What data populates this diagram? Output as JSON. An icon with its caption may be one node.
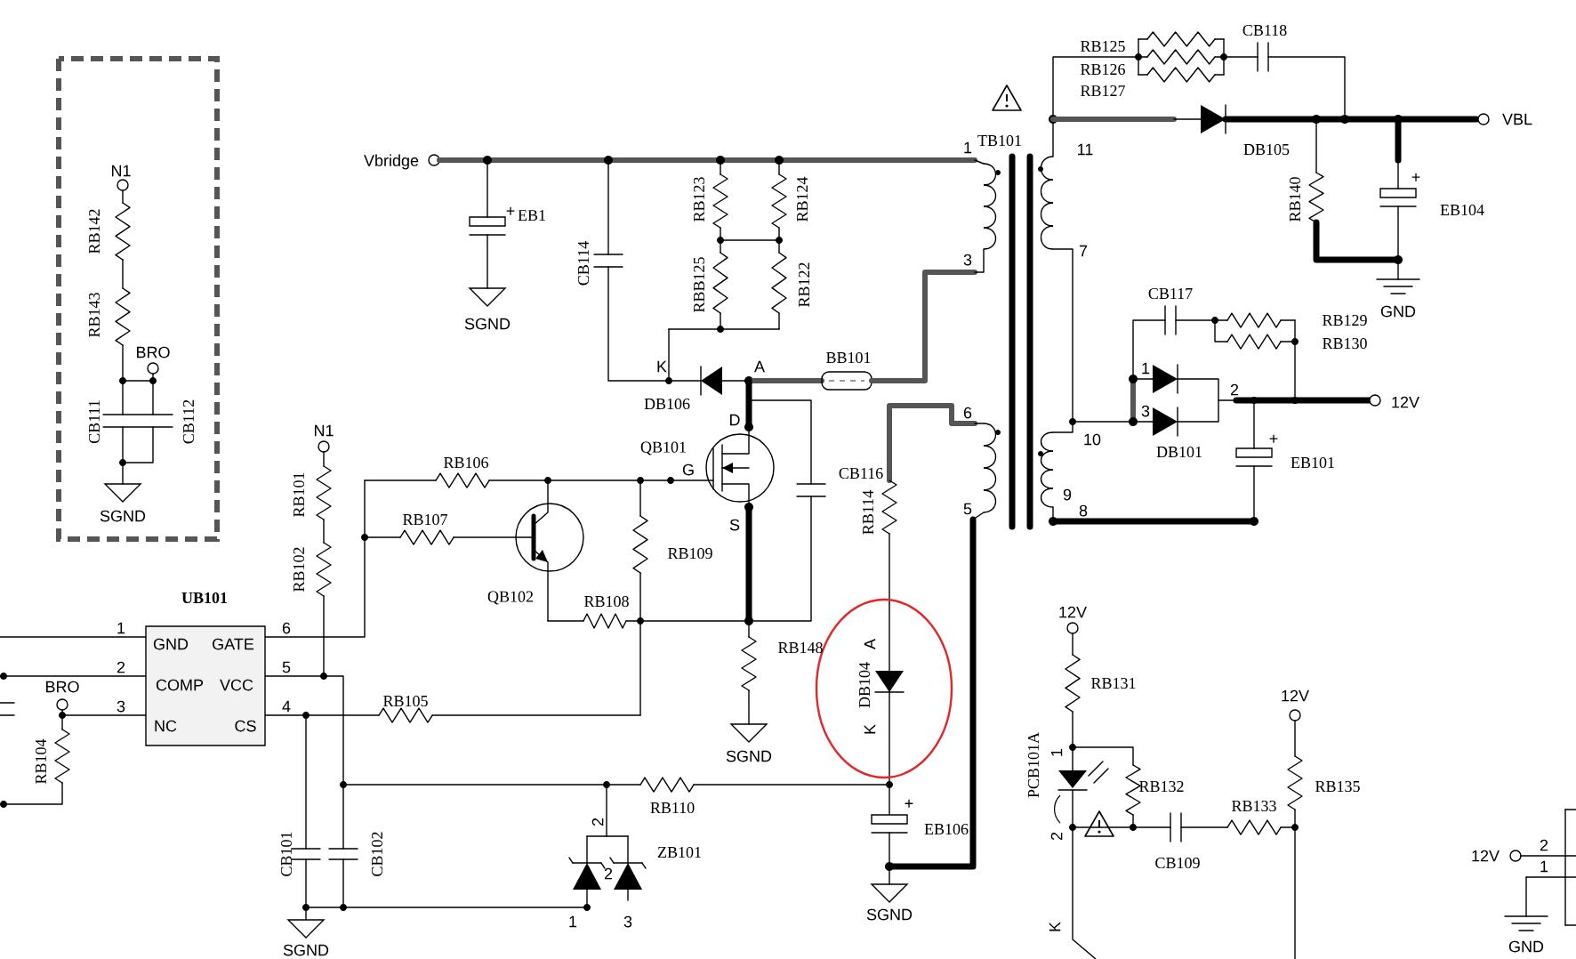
{
  "diagram": {
    "nodes": [
      {
        "text": [
          "UB101",
          "GND",
          "GATE",
          "COMP",
          "VCC",
          "NC",
          "CS"
        ]
      }
    ],
    "labels": [
      "N1",
      "RB142",
      "RB143",
      "BRO",
      "CB111",
      "CB112",
      "SGND",
      "Vbridge",
      "+",
      "EB1",
      "SGND",
      "CB114",
      "RB123",
      "RB124",
      "RBB125",
      "RB122",
      "K",
      "A",
      "DB106",
      "BB101",
      "QB101",
      "G",
      "D",
      "S",
      "CB116",
      "RB106",
      "RB107",
      "QB102",
      "RB109",
      "RB108",
      "RB148",
      "SGND",
      "N1",
      "RB101",
      "RB102",
      "1",
      "2",
      "3",
      "6",
      "5",
      "4",
      "BRO",
      "RB104",
      "RB105",
      "CB101",
      "CB102",
      "SGND",
      "RB110",
      "ZB101",
      "2",
      "1",
      "2",
      "3",
      "DB104",
      "A",
      "K",
      "+",
      "EB106",
      "SGND",
      "RB114",
      "TB101",
      "1",
      "3",
      "6",
      "5",
      "11",
      "7",
      "10",
      "9",
      "8",
      "RB125",
      "RB126",
      "RB127",
      "CB118",
      "DB105",
      "VBL",
      "RB140",
      "+",
      "EB104",
      "GND",
      "CB117",
      "RB129",
      "RB130",
      "1",
      "3",
      "2",
      "DB101",
      "12V",
      "+",
      "EB101",
      "12V",
      "RB131",
      "PCB101A",
      "1",
      "2",
      "RB132",
      "CB109",
      "RB133",
      "12V",
      "RB135",
      "K",
      "12V",
      "2",
      "1",
      "GND"
    ]
  }
}
